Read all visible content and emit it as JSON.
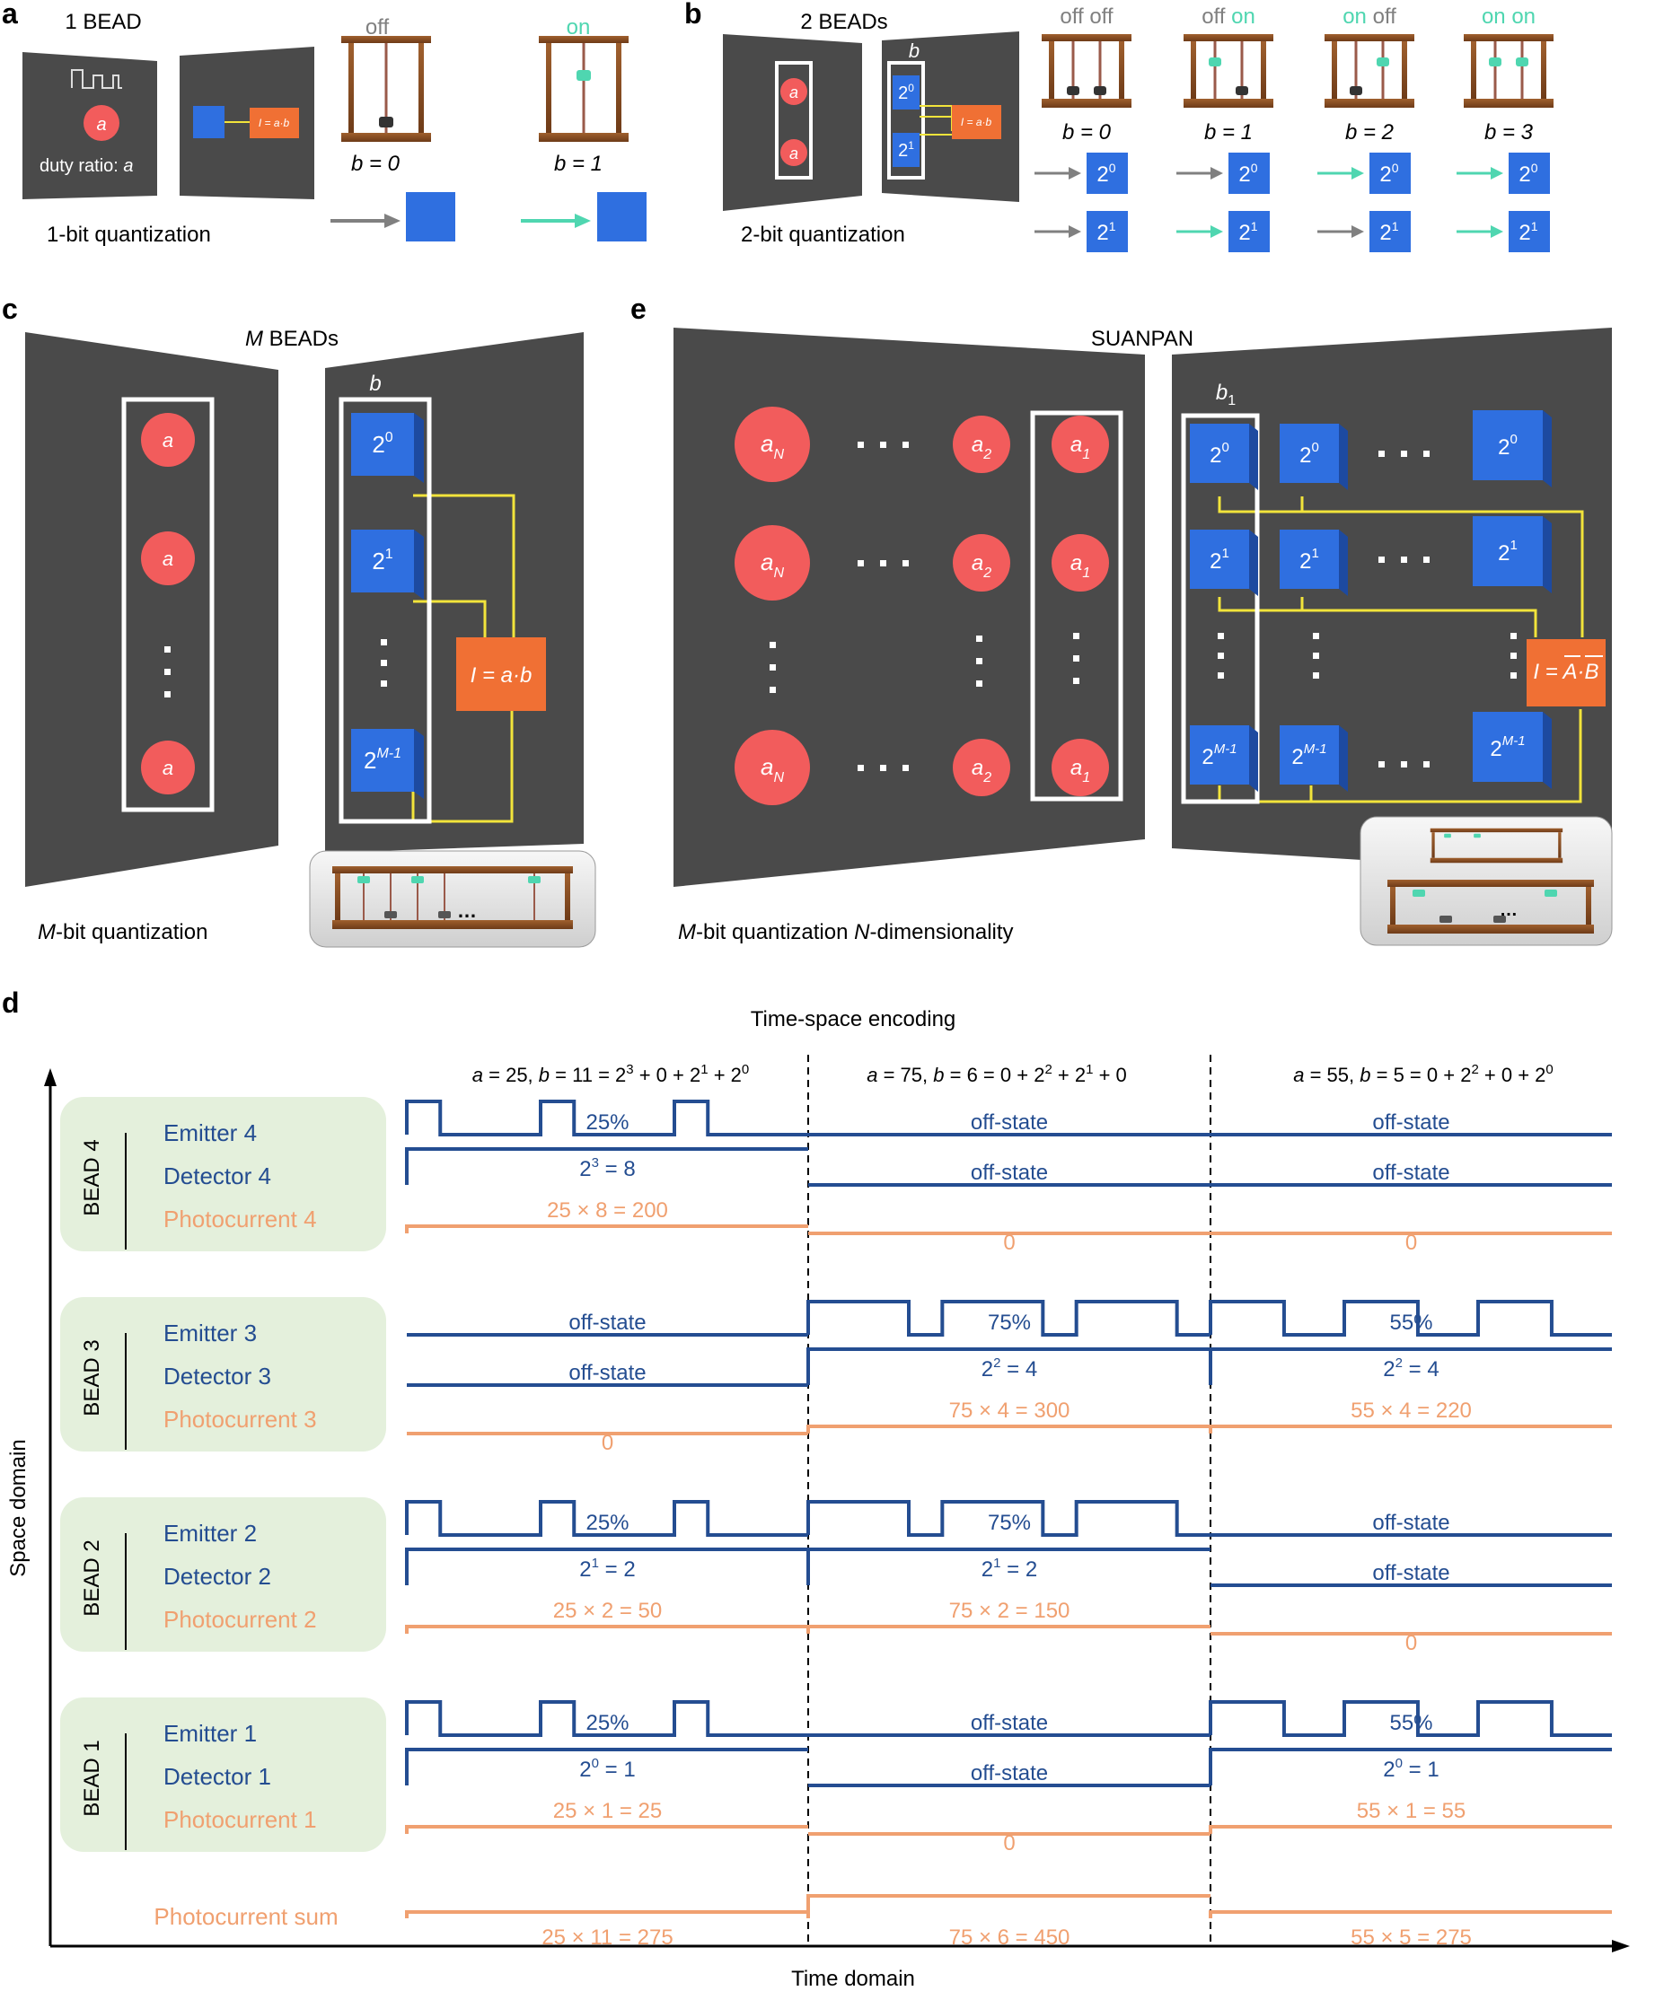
{
  "colors": {
    "panel": "#4a4a4a",
    "bead": "#f25c5c",
    "block": "#2f6fe0",
    "calc": "#f07034",
    "wire": "#f2e43b",
    "green": "#4fd6b0",
    "gray": "#808080",
    "blue_text": "#244d91",
    "orange_text": "#f0a070",
    "beadbox": "#e4f0dc"
  },
  "panel_a": {
    "letter": "a",
    "title": "1 BEAD",
    "bead_label": "a",
    "duty": "duty ratio: ",
    "duty_var": "a",
    "formula": "I = a·b",
    "off": "off",
    "on": "on",
    "b0": "b = 0",
    "b1": "b = 1",
    "caption": "1-bit quantization"
  },
  "panel_b": {
    "letter": "b",
    "title": "2 BEADs",
    "bead_label": "a",
    "b_label": "b",
    "block0": "2",
    "block0_sup": "0",
    "block1": "2",
    "block1_sup": "1",
    "formula": "I = a·b",
    "states": [
      {
        "s1": "off",
        "s2": "off",
        "b": "b = 0"
      },
      {
        "s1": "off",
        "s2": "on",
        "b": "b = 1"
      },
      {
        "s1": "on",
        "s2": "off",
        "b": "b = 2"
      },
      {
        "s1": "on",
        "s2": "on",
        "b": "b = 3"
      }
    ],
    "caption": "2-bit quantization"
  },
  "panel_c": {
    "letter": "c",
    "title": "M  BEADs",
    "b_label": "b",
    "bead_label": "a",
    "blocks": [
      "2",
      "2",
      "2"
    ],
    "blocks_sup": [
      "0",
      "1",
      "M-1"
    ],
    "formula": "I = a·b",
    "dots": "…",
    "caption_italic": "M",
    "caption": "-bit quantization"
  },
  "panel_e": {
    "letter": "e",
    "title": "SUANPAN",
    "b_label": "b",
    "b_sub": "1",
    "beads": [
      "a",
      "a",
      "a"
    ],
    "bead_subs": [
      "N",
      "2",
      "1"
    ],
    "block": "2",
    "block_sups": [
      "0",
      "1",
      "M-1"
    ],
    "formula": "I = A·B",
    "dots": "…",
    "caption_m": "M",
    "caption_1": "-bit quantization ",
    "caption_n": "N",
    "caption_2": "-dimensionality"
  },
  "panel_d": {
    "letter": "d",
    "title": "Time-space encoding",
    "xlabel": "Time domain",
    "ylabel": "Space domain",
    "segments": [
      {
        "a": "a",
        "eq_a": " = 25, ",
        "b": "b",
        "eq_b": " = 11 = 2",
        "sup1": "3",
        "mid": " + 0 + 2",
        "sup2": "1",
        "mid2": " + 2",
        "sup3": "0",
        "tail": ""
      },
      {
        "a": "a",
        "eq_a": " = 75, ",
        "b": "b",
        "eq_b": " = 6 = 0 + 2",
        "sup1": "2",
        "mid": " + 2",
        "sup2": "1",
        "mid2": " + 0",
        "sup3": "",
        "tail": ""
      },
      {
        "a": "a",
        "eq_a": " = 55, ",
        "b": "b",
        "eq_b": " = 5 = 0 + 2",
        "sup1": "2",
        "mid": " + 0 + 2",
        "sup2": "0",
        "mid2": "",
        "sup3": "",
        "tail": ""
      }
    ],
    "beads": [
      {
        "name": "BEAD 4",
        "emitter": "Emitter 4",
        "detector": "Detector 4",
        "photo": "Photocurrent 4",
        "e_labels": [
          "25%",
          "off-state",
          "off-state"
        ],
        "d_base": [
          "2",
          "off-state",
          "off-state"
        ],
        "d_sup": [
          "3",
          "",
          ""
        ],
        "d_tail": [
          " = 8",
          "",
          ""
        ],
        "p_labels": [
          "25 × 8 = 200",
          "0",
          "0"
        ]
      },
      {
        "name": "BEAD 3",
        "emitter": "Emitter 3",
        "detector": "Detector 3",
        "photo": "Photocurrent 3",
        "e_labels": [
          "off-state",
          "75%",
          "55%"
        ],
        "d_base": [
          "off-state",
          "2",
          "2"
        ],
        "d_sup": [
          "",
          "2",
          "2"
        ],
        "d_tail": [
          "",
          " = 4",
          " = 4"
        ],
        "p_labels": [
          "0",
          "75 × 4 = 300",
          "55 × 4 = 220"
        ]
      },
      {
        "name": "BEAD 2",
        "emitter": "Emitter 2",
        "detector": "Detector 2",
        "photo": "Photocurrent 2",
        "e_labels": [
          "25%",
          "75%",
          "off-state"
        ],
        "d_base": [
          "2",
          "2",
          "off-state"
        ],
        "d_sup": [
          "1",
          "1",
          ""
        ],
        "d_tail": [
          " = 2",
          " = 2",
          ""
        ],
        "p_labels": [
          "25 × 2 = 50",
          "75 × 2 = 150",
          "0"
        ]
      },
      {
        "name": "BEAD 1",
        "emitter": "Emitter 1",
        "detector": "Detector 1",
        "photo": "Photocurrent 1",
        "e_labels": [
          "25%",
          "off-state",
          "55%"
        ],
        "d_base": [
          "2",
          "off-state",
          "2"
        ],
        "d_sup": [
          "0",
          "",
          "0"
        ],
        "d_tail": [
          " = 1",
          "",
          " = 1"
        ],
        "p_labels": [
          "25 × 1 = 25",
          "0",
          "55 × 1 = 55"
        ]
      }
    ],
    "sum_label": "Photocurrent sum",
    "sum_values": [
      "25 × 11 = 275",
      "75 × 6 = 450",
      "55 × 5 = 275"
    ]
  }
}
